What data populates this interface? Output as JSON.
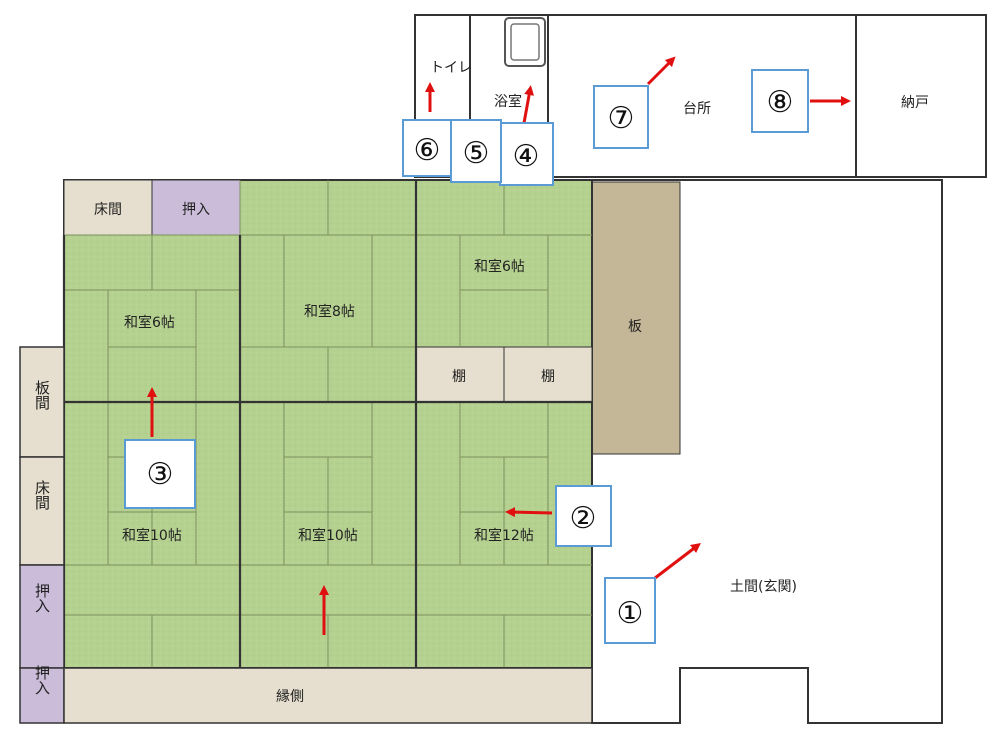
{
  "colors": {
    "tatami": "#b3cf8c",
    "wood": "#e6dfcf",
    "oshiire": "#cbbcd9",
    "board": "#c4b798",
    "wall": "#333333",
    "arrow": "#e01010",
    "marker_border": "#5b9bd5"
  },
  "rooms": {
    "toilet": "トイレ",
    "bath": "浴室",
    "kitchen": "台所",
    "storage": "納戸",
    "tokonoma_top": "床間",
    "oshiire_top": "押入",
    "washitsu_6a": "和室6帖",
    "washitsu_8": "和室8帖",
    "washitsu_6b": "和室6帖",
    "tana_1": "棚",
    "tana_2": "棚",
    "ita": "板",
    "itama": "板間",
    "tokonoma_side": "床間",
    "oshiire_side": "押入",
    "oshiire_bottom": "押入",
    "washitsu_10a": "和室10帖",
    "washitsu_10b": "和室10帖",
    "washitsu_12": "和室12帖",
    "doma": "土間(玄関)",
    "engawa": "縁側"
  },
  "markers": [
    "①",
    "②",
    "③",
    "④",
    "⑤",
    "⑥",
    "⑦",
    "⑧"
  ]
}
